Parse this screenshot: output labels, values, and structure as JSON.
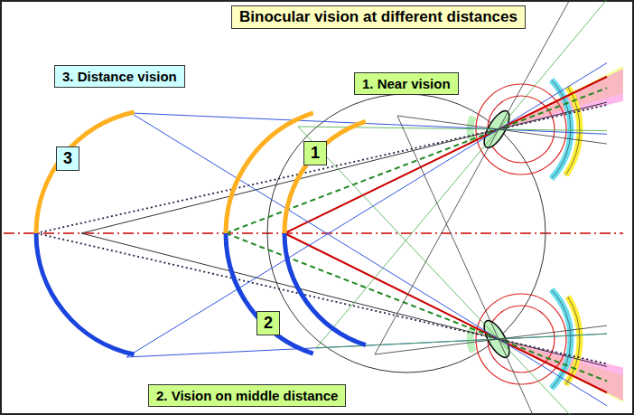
{
  "diagram": {
    "title": "Binocular vision at different distances",
    "nodes": [
      {
        "text": [
          "3. Distance vision"
        ]
      },
      {
        "text": [
          "1. Near vision"
        ]
      },
      {
        "text": [
          "3"
        ]
      },
      {
        "text": [
          "1"
        ]
      },
      {
        "text": [
          "2"
        ]
      },
      {
        "text": [
          "2. Vision on middle distance"
        ]
      }
    ]
  }
}
